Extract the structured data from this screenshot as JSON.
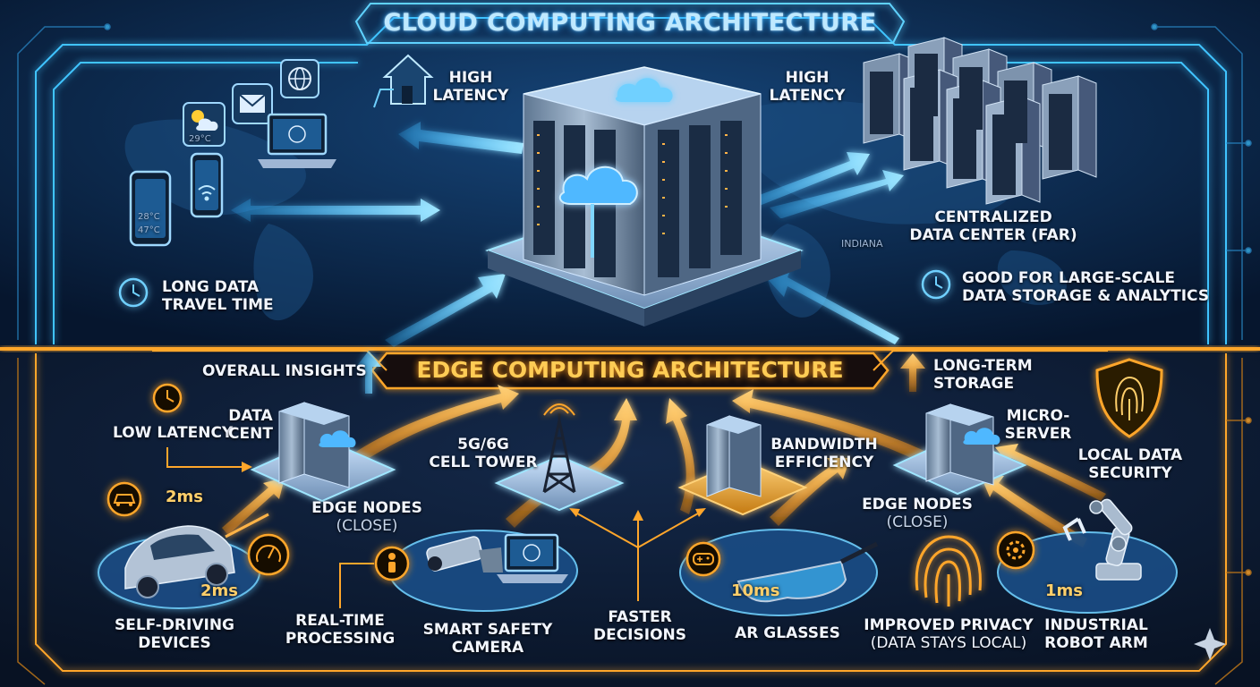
{
  "cloud_title": "CLOUD COMPUTING ARCHITECTURE",
  "edge_title": "EDGE COMPUTING ARCHITECTURE",
  "cloud": {
    "high_latency_left": [
      "HIGH",
      "LATENCY"
    ],
    "high_latency_right": [
      "HIGH",
      "LATENCY"
    ],
    "centralized": [
      "CENTRALIZED",
      "DATA CENTER (FAR)"
    ],
    "map_label": "INDIANA",
    "long_travel": [
      "LONG DATA",
      "TRAVEL TIME"
    ],
    "good_for": [
      "GOOD FOR LARGE-SCALE",
      "DATA STORAGE & ANALYTICS"
    ],
    "weather_temp_1": "29°C",
    "weather_temp_2": "28°C",
    "weather_temp_3": "47°C"
  },
  "edge": {
    "overall_insights": "OVERALL INSIGHTS",
    "low_latency": "LOW LATENCY",
    "data_cent": [
      "DATA",
      "CENT"
    ],
    "edge_nodes_left": [
      "EDGE NODES",
      "(CLOSE)"
    ],
    "cell_tower": [
      "5G/6G",
      "CELL TOWER"
    ],
    "bandwidth": [
      "BANDWIDTH",
      "EFFICIENCY"
    ],
    "long_term": [
      "LONG-TERM",
      "STORAGE"
    ],
    "micro_server": [
      "MICRO-",
      "SERVER"
    ],
    "local_security": [
      "LOCAL DATA",
      "SECURITY"
    ],
    "edge_nodes_right": [
      "EDGE NODES",
      "(CLOSE)"
    ],
    "self_driving": [
      "SELF-DRIVING",
      "DEVICES"
    ],
    "real_time": [
      "REAL-TIME",
      "PROCESSING"
    ],
    "smart_camera": [
      "SMART SAFETY",
      "CAMERA"
    ],
    "faster_decisions": [
      "FASTER",
      "DECISIONS"
    ],
    "ar_glasses": "AR GLASSES",
    "improved_privacy": [
      "IMPROVED PRIVACY",
      "(DATA STAYS LOCAL)"
    ],
    "robot_arm": [
      "INDUSTRIAL",
      "ROBOT ARM"
    ],
    "latency_car_1": "2ms",
    "latency_car_2": "2ms",
    "latency_ar": "10ms",
    "latency_robot": "1ms"
  },
  "colors": {
    "cloud_accent": "#3fc4ff",
    "edge_accent": "#ffa62b",
    "background": "#071428"
  },
  "icons": [
    "cloud-icon",
    "server-rack-icon",
    "home-icon",
    "mail-icon",
    "globe-icon",
    "weather-icon",
    "wifi-icon",
    "smartphone-icon",
    "laptop-icon",
    "clock-icon",
    "speedometer-icon",
    "car-icon",
    "person-icon",
    "security-camera-icon",
    "cell-tower-icon",
    "gamepad-icon",
    "ar-glasses-icon",
    "fingerprint-icon",
    "shield-fingerprint-icon",
    "gear-icon",
    "robot-arm-icon",
    "sparkle-icon"
  ]
}
